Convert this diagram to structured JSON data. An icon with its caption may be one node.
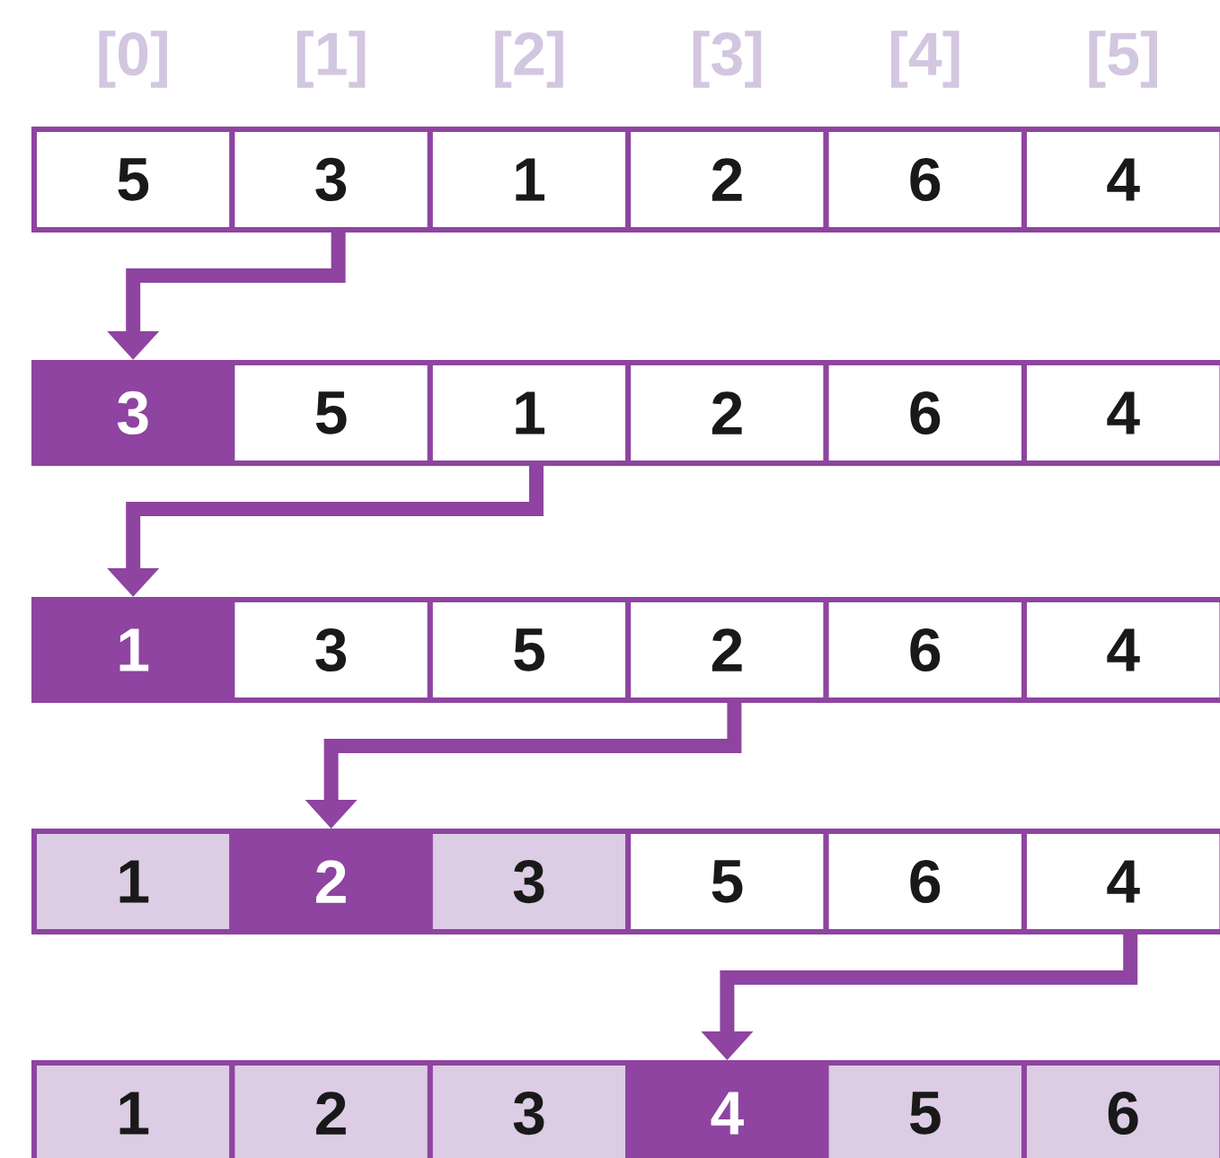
{
  "diagram": {
    "nodes": [
      {
        "text": [
          "5"
        ]
      },
      {
        "text": [
          "3"
        ]
      },
      {
        "text": [
          "1"
        ]
      },
      {
        "text": [
          "2"
        ]
      },
      {
        "text": [
          "6"
        ]
      },
      {
        "text": [
          "4"
        ]
      },
      {
        "text": [
          "3"
        ]
      },
      {
        "text": [
          "5"
        ]
      },
      {
        "text": [
          "1"
        ]
      },
      {
        "text": [
          "2"
        ]
      },
      {
        "text": [
          "6"
        ]
      },
      {
        "text": [
          "4"
        ]
      },
      {
        "text": [
          "1"
        ]
      },
      {
        "text": [
          "3"
        ]
      },
      {
        "text": [
          "5"
        ]
      },
      {
        "text": [
          "2"
        ]
      },
      {
        "text": [
          "6"
        ]
      },
      {
        "text": [
          "4"
        ]
      },
      {
        "text": [
          "1"
        ]
      },
      {
        "text": [
          "2"
        ]
      },
      {
        "text": [
          "3"
        ]
      },
      {
        "text": [
          "5"
        ]
      },
      {
        "text": [
          "6"
        ]
      },
      {
        "text": [
          "4"
        ]
      },
      {
        "text": [
          "1"
        ]
      },
      {
        "text": [
          "2"
        ]
      },
      {
        "text": [
          "3"
        ]
      },
      {
        "text": [
          "4"
        ]
      },
      {
        "text": [
          "5"
        ]
      },
      {
        "text": [
          "6"
        ]
      }
    ],
    "edges": [
      {
        "from": 1,
        "to": 6,
        "arrow": "to"
      },
      {
        "from": 8,
        "to": 12,
        "arrow": "to"
      },
      {
        "from": 15,
        "to": 19,
        "arrow": "to"
      },
      {
        "from": 23,
        "to": 27,
        "arrow": "to"
      }
    ],
    "labels": [
      "[0]",
      "[1]",
      "[2]",
      "[3]",
      "[4]",
      "[5]"
    ]
  }
}
